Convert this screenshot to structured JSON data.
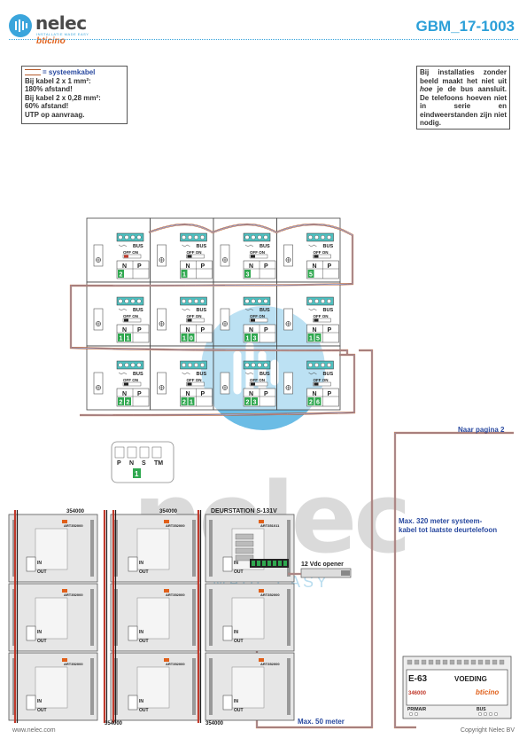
{
  "header": {
    "brand": "nelec",
    "tagline": "INSTALLATIE MADE EASY",
    "sub_brand": "bticino",
    "doc_code": "GBM_17-1003"
  },
  "note_left": {
    "legend_label": "= systeemkabel",
    "lines": [
      "Bij kabel 2 x 1 mm²:",
      "180% afstand!",
      "Bij kabel 2 x 0,28 mm²:",
      "60% afstand!",
      "UTP op aanvraag."
    ]
  },
  "note_right": {
    "pre": "Bij installaties zonder beeld maakt het niet uit ",
    "emph": "hoe",
    "post": " je de bus aansluit. De telefoons hoeven niet in serie en eindweerstanden zijn niet nodig."
  },
  "handsets": {
    "rows": [
      [
        "2",
        "1",
        "3",
        "5"
      ],
      [
        "1 1",
        "1 0",
        "1 3",
        "1 5"
      ],
      [
        "2 2",
        "2 1",
        "2 3",
        "2 6"
      ]
    ],
    "bus_label": "BUS",
    "offon_label": "OFF ON",
    "n_label": "N",
    "p_label": "P"
  },
  "zoom": {
    "labels": [
      "P",
      "N",
      "S",
      "TM"
    ],
    "value": "1"
  },
  "door_panel": {
    "station_label": "DEURSTATION S-131V",
    "module_top_codes": [
      "354000",
      "354000"
    ],
    "module_bottom_codes": [
      "354000",
      "354000"
    ],
    "module_art": "ART352000",
    "module_art_main": "ART351011",
    "in_label": "IN",
    "out_label": "OUT",
    "opener_label": "12 Vdc opener"
  },
  "power": {
    "model": "E-63",
    "name": "VOEDING",
    "code": "346000",
    "primair_label": "PRIMAIR",
    "bus_label": "BUS"
  },
  "labels": {
    "naar_pagina": "Naar pagina 2",
    "max320": "Max. 320 meter systeem-\nkabel tot laatste deurtelefoon",
    "max50": "Max. 50 meter"
  },
  "footer": {
    "url": "www.nelec.com",
    "copyright": "Copyright Nelec BV"
  },
  "watermark": {
    "word": "nelec",
    "tagline": "MADE EASY"
  },
  "colors": {
    "accent": "#2b9fd8",
    "cable_outer": "#b55a2a",
    "cable_inner": "#3a4aa0",
    "terminal_green": "#2fa84f",
    "terminal_teal": "#4ec0c0"
  }
}
